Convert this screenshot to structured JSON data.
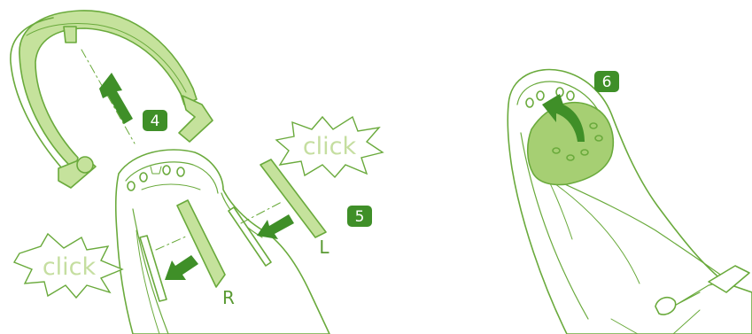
{
  "colors": {
    "outline": "#6aaa3c",
    "light_fill": "#c5e29c",
    "mid_fill": "#a6cf73",
    "arrow": "#3f8f28",
    "badge": "#3f8f28",
    "badge_text": "#ffffff",
    "click_fill": "#ffffff",
    "click_text": "#c5dea0",
    "side_text": "#5a9a33"
  },
  "steps": {
    "step4": "4",
    "step5": "5",
    "step6": "6"
  },
  "labels": {
    "click_top": "click",
    "click_left": "click",
    "side_left": "L",
    "side_right": "R"
  }
}
